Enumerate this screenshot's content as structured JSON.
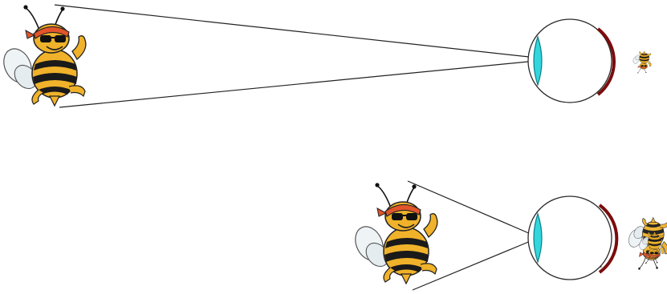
{
  "diagram": {
    "panels": [
      {
        "id": "far",
        "subject": "bee-far-icon",
        "retina_image": "small-inverted-bee-image"
      },
      {
        "id": "near",
        "subject": "bee-near-icon",
        "retina_image": "large-inverted-bee-image"
      }
    ]
  },
  "colors": {
    "ray": "#222222",
    "eyeball": "#2a2a2a",
    "lens_fill": "#33d6dc",
    "lens_stroke": "#0a7f86",
    "retina": "#7a0d0d",
    "bee_body": "#f0b22a",
    "bee_stripe": "#1a1a1a",
    "bee_wing": "#eef3f6",
    "bee_bandana": "#e2552a"
  }
}
